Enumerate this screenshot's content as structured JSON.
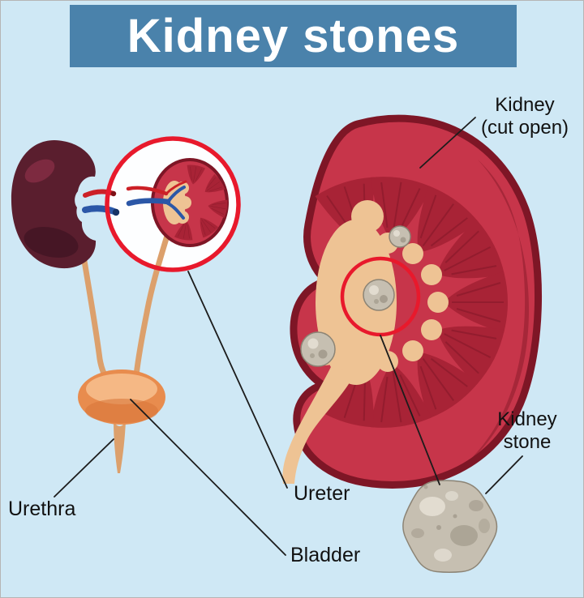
{
  "title": "Kidney stones",
  "labels": {
    "kidney_cut_open": "Kidney\n(cut open)",
    "kidney_stone": "Kidney\nstone",
    "urethra": "Urethra",
    "ureter": "Ureter",
    "bladder": "Bladder"
  },
  "colors": {
    "background": "#cfe8f5",
    "banner": "#4a82ab",
    "banner_text": "#ffffff",
    "label_text": "#111111",
    "leader_line": "#1c1c1c",
    "highlight_ring": "#e8192c",
    "kidney_outline": "#7e1626",
    "kidney_cortex": "#c7354a",
    "kidney_pyramid": "#a82336",
    "kidney_dark": "#5a1e2e",
    "renal_pelvis": "#eec394",
    "pelvis_shade": "#d9a76a",
    "ureter_tube": "#dca06c",
    "bladder_fill": "#e88c4e",
    "bladder_light": "#f6bd8c",
    "bladder_shade": "#d9763a",
    "artery_red": "#cc2027",
    "vein_blue": "#2b57a7",
    "stone_gray": "#c6bfb1",
    "stone_shadow": "#8c8475",
    "stone_light": "#e4dfd4",
    "lens_fill": "#fdfeff"
  }
}
